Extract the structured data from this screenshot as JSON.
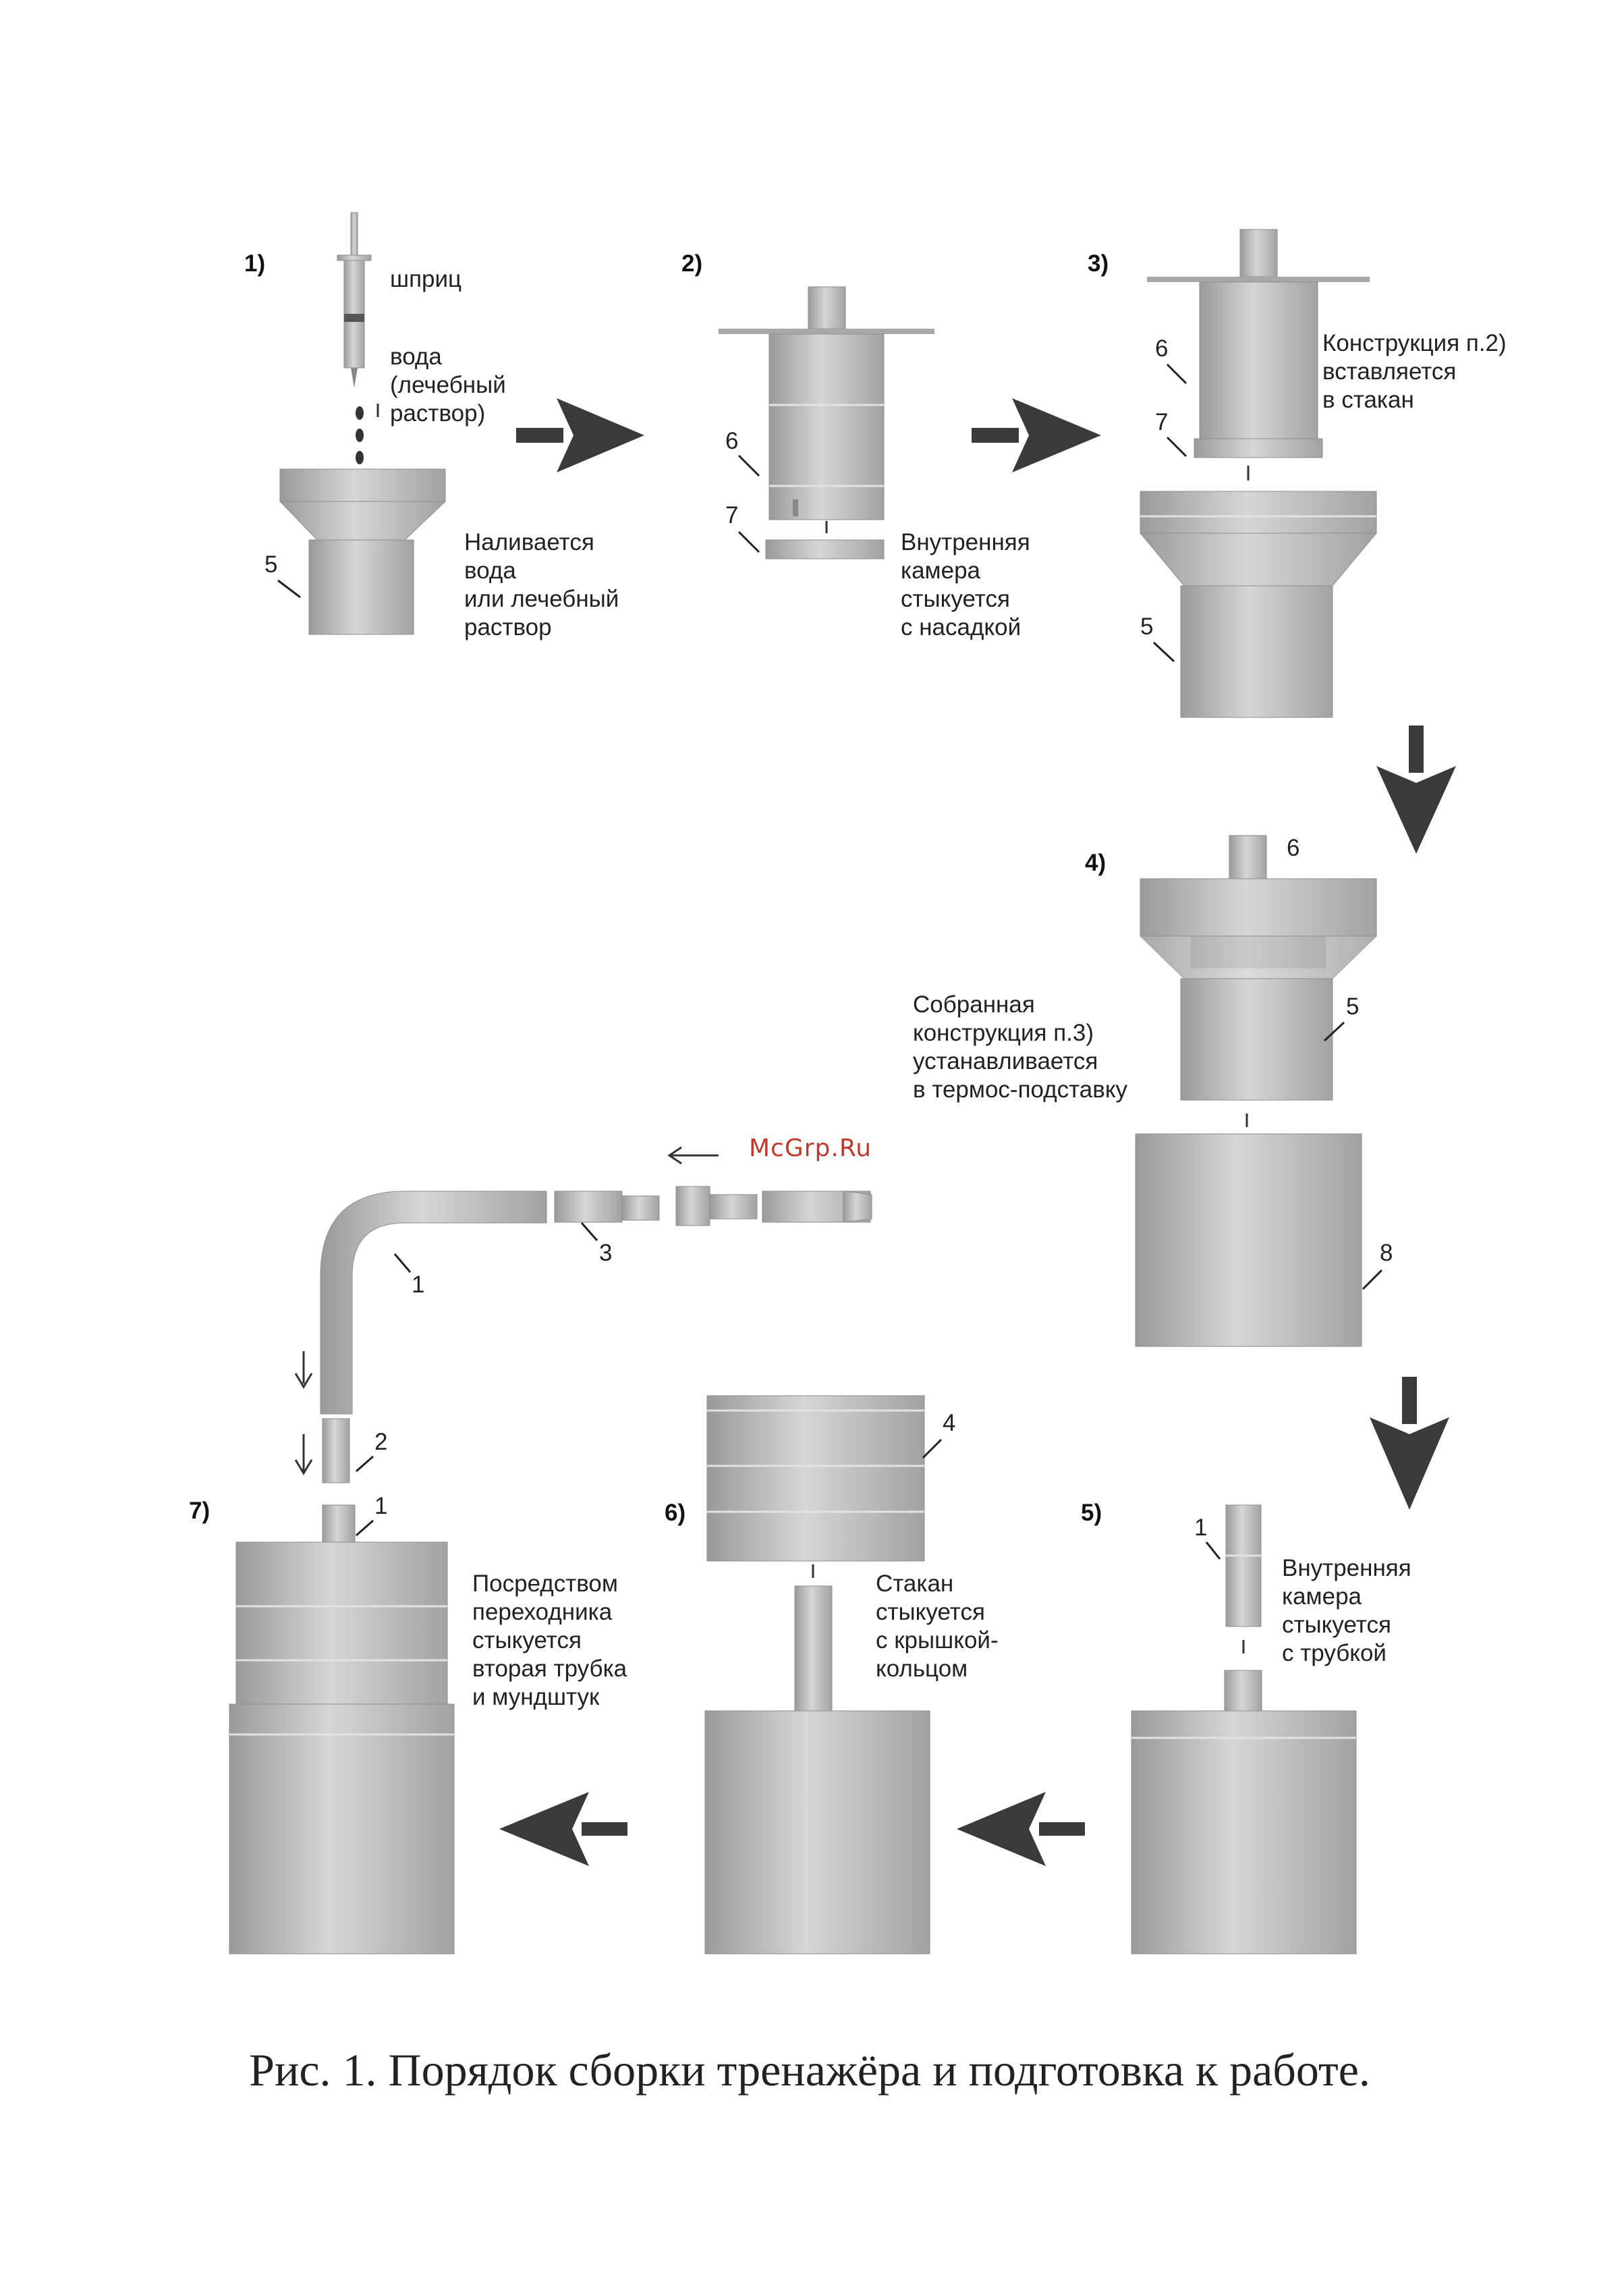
{
  "steps": {
    "s1": "1)",
    "s2": "2)",
    "s3": "3)",
    "s4": "4)",
    "s5": "5)",
    "s6": "6)",
    "s7": "7)"
  },
  "labels": {
    "syringe": "шприц",
    "water_1": "вода",
    "water_2": "(лечебный",
    "water_3": "раствор)",
    "pour_1": "Наливается",
    "pour_2": "вода",
    "pour_3": "или лечебный",
    "pour_4": "раствор",
    "inner_1": "Внутренняя",
    "inner_2": "камера",
    "inner_3": "стыкуется",
    "inner_4": "с насадкой",
    "constr_1": "Конструкция п.2)",
    "constr_2": "вставляется",
    "constr_3": "в стакан",
    "assembled_1": "Собранная",
    "assembled_2": "конструкция п.3)",
    "assembled_3": "устанавливается",
    "assembled_4": "в термос-подставку",
    "tube_1": "Внутренняя",
    "tube_2": "камера",
    "tube_3": "стыкуется",
    "tube_4": "с трубкой",
    "cup_1": "Стакан",
    "cup_2": "стыкуется",
    "cup_3": "с крышкой-",
    "cup_4": "кольцом",
    "adapter_1": "Посредством",
    "adapter_2": "переходника",
    "adapter_3": "стыкуется",
    "adapter_4": "вторая трубка",
    "adapter_5": "и мундштук"
  },
  "numbers": {
    "n1_a": "1",
    "n1_b": "1",
    "n1_c": "1",
    "n2": "2",
    "n3": "3",
    "n4": "4",
    "n5_a": "5",
    "n5_b": "5",
    "n5_c": "5",
    "n6_a": "6",
    "n6_b": "6",
    "n6_c": "6",
    "n7_a": "7",
    "n7_b": "7",
    "n8": "8"
  },
  "watermark": "McGrp.Ru",
  "caption": "Рис. 1. Порядок сборки тренажёра и подготовка к работе.",
  "colors": {
    "part_light": "#d9d9d9",
    "part_dark": "#9a9a9a",
    "arrow": "#3a3a3a",
    "watermark": "#c0392b"
  }
}
